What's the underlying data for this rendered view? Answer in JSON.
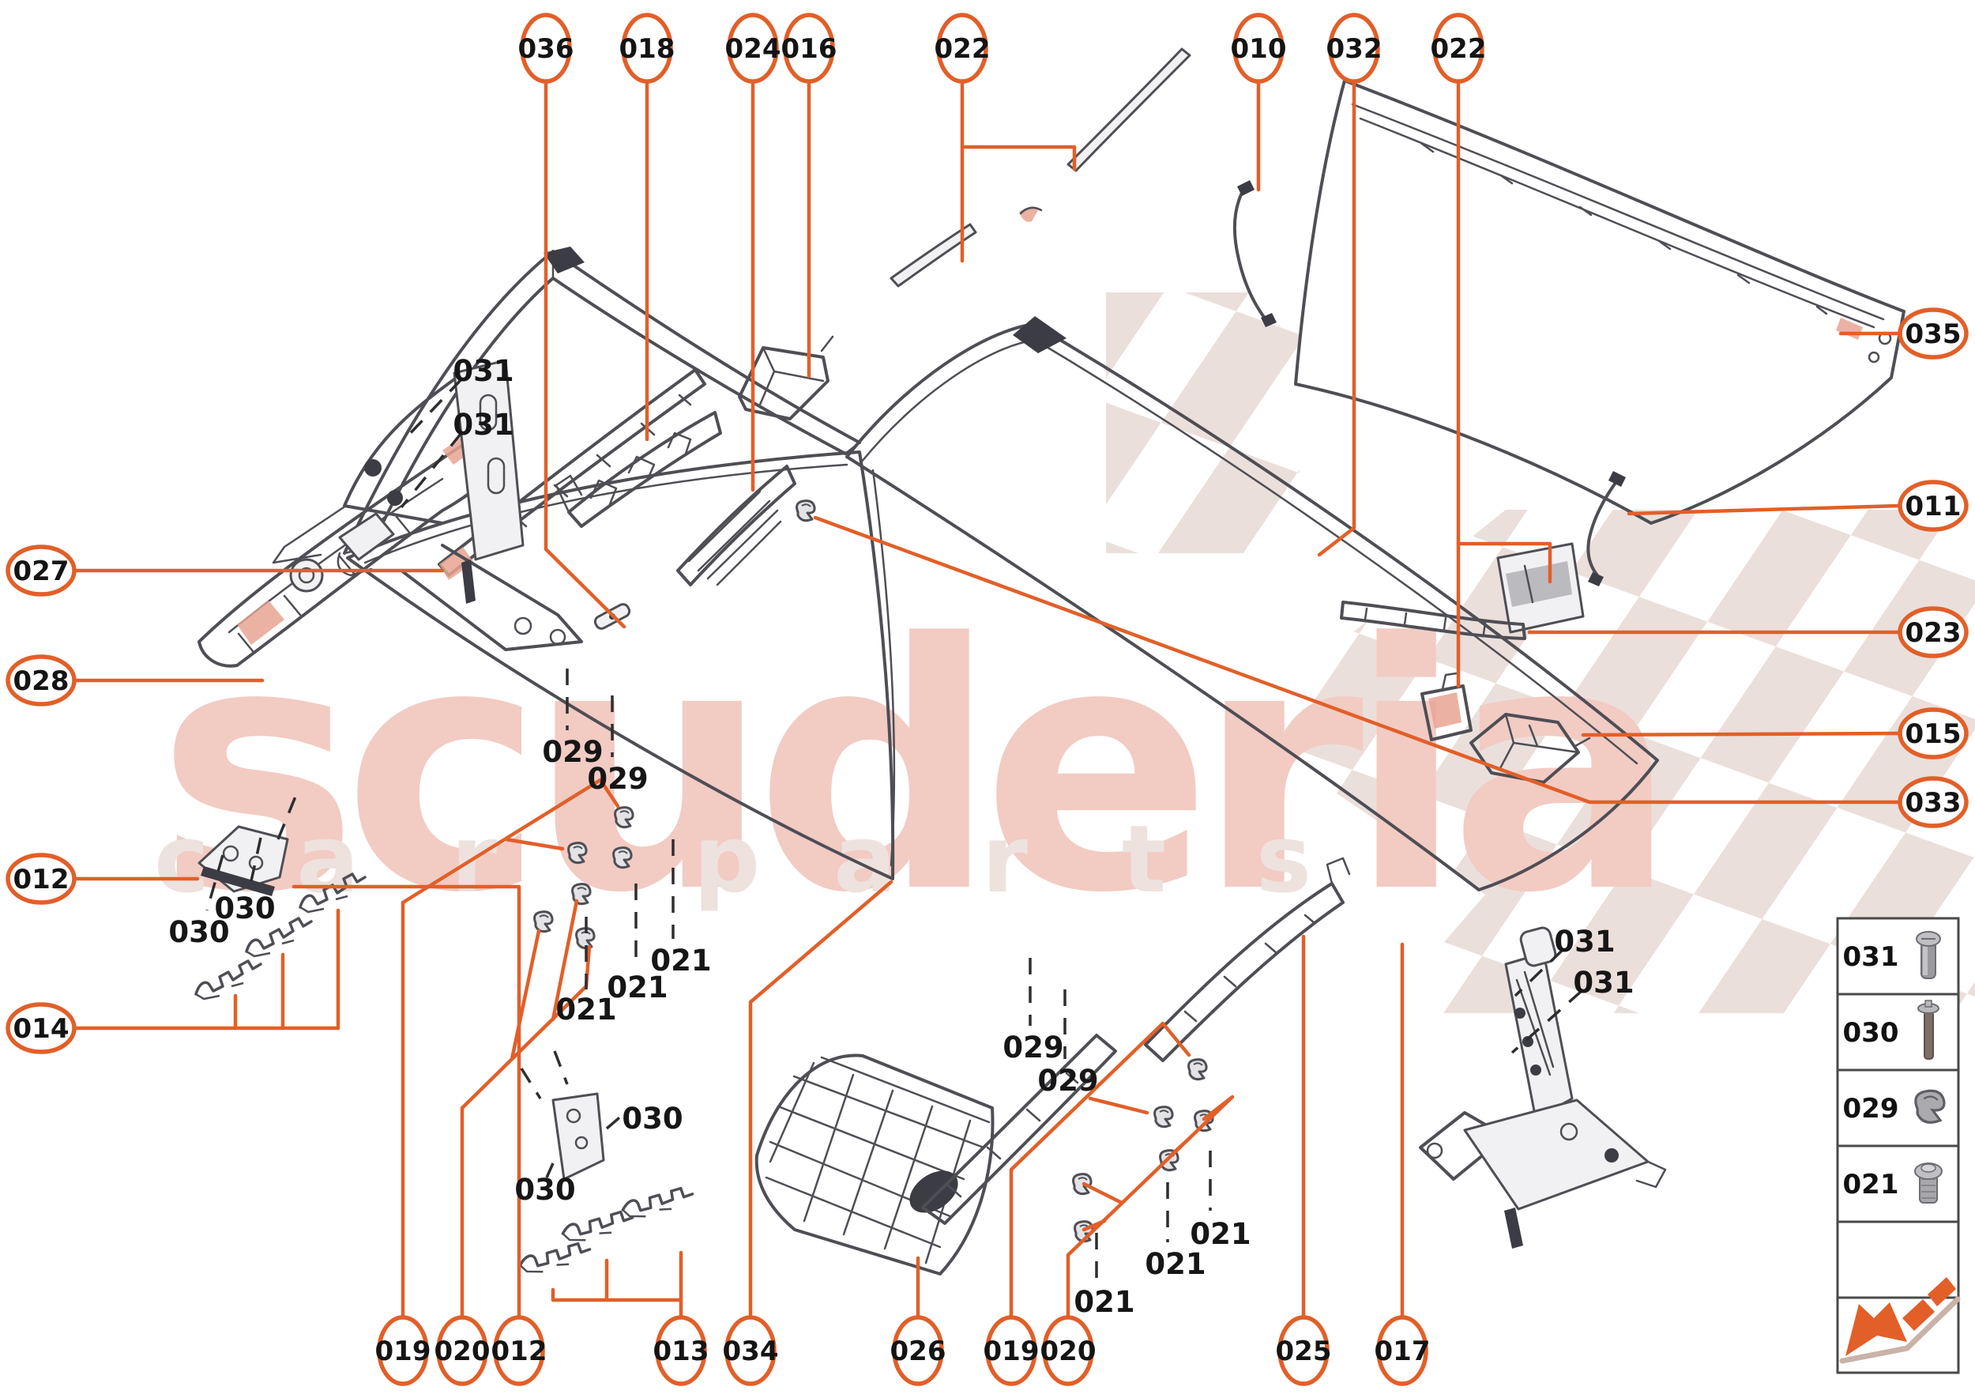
{
  "colors": {
    "accent": "#E25F28",
    "line_art": "#4E4E55",
    "label_text": "#161616",
    "watermark_word": "#F2CBC3",
    "watermark_letters": "#EDE2DE",
    "checker": "#EBDFDB"
  },
  "watermark": {
    "word": "scuderia",
    "letters": [
      "c",
      "a",
      "r",
      "p",
      "a",
      "r",
      "t",
      "s"
    ]
  },
  "callouts": [
    {
      "label": "036"
    },
    {
      "label": "018"
    },
    {
      "label": "024"
    },
    {
      "label": "016"
    },
    {
      "label": "022"
    },
    {
      "label": "010"
    },
    {
      "label": "032"
    },
    {
      "label": "022"
    },
    {
      "label": "035"
    },
    {
      "label": "011"
    },
    {
      "label": "023"
    },
    {
      "label": "015"
    },
    {
      "label": "033"
    },
    {
      "label": "027"
    },
    {
      "label": "028"
    },
    {
      "label": "012"
    },
    {
      "label": "014"
    },
    {
      "label": "019"
    },
    {
      "label": "020"
    },
    {
      "label": "012"
    },
    {
      "label": "013"
    },
    {
      "label": "034"
    },
    {
      "label": "026"
    },
    {
      "label": "019"
    },
    {
      "label": "020"
    },
    {
      "label": "025"
    },
    {
      "label": "017"
    }
  ],
  "part_labels": [
    {
      "text": "031"
    },
    {
      "text": "031"
    },
    {
      "text": "031"
    },
    {
      "text": "031"
    },
    {
      "text": "030"
    },
    {
      "text": "030"
    },
    {
      "text": "030"
    },
    {
      "text": "030"
    },
    {
      "text": "029"
    },
    {
      "text": "029"
    },
    {
      "text": "029"
    },
    {
      "text": "029"
    },
    {
      "text": "021"
    },
    {
      "text": "021"
    },
    {
      "text": "021"
    },
    {
      "text": "021"
    },
    {
      "text": "021"
    },
    {
      "text": "021"
    }
  ],
  "legend": {
    "items": [
      {
        "code": "031",
        "icon": "pan-head-screw"
      },
      {
        "code": "030",
        "icon": "long-bolt"
      },
      {
        "code": "029",
        "icon": "metal-clip"
      },
      {
        "code": "021",
        "icon": "washer-head-screw"
      }
    ]
  }
}
